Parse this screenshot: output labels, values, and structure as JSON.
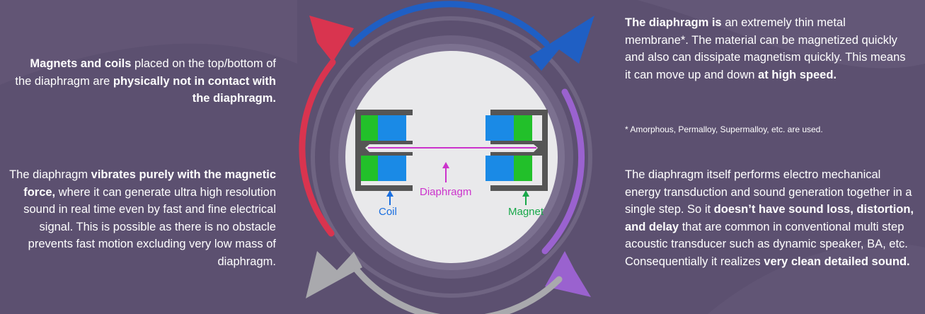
{
  "left": {
    "top_paragraph": [
      {
        "text": "Magnets and coils",
        "bold": true
      },
      {
        "text": " placed on the top/bottom of the diaphragm are ",
        "bold": false
      },
      {
        "text": "physically not in contact with the diaphragm.",
        "bold": true
      }
    ],
    "bottom_paragraph": [
      {
        "text": "The diaphragm ",
        "bold": false
      },
      {
        "text": "vibrates purely with the magnetic force,",
        "bold": true
      },
      {
        "text": " where it can generate ultra high resolution sound in real time even by fast and fine electrical signal. This is possible as there is no obstacle prevents fast motion excluding very low mass of diaphragm.",
        "bold": false
      }
    ]
  },
  "right": {
    "top_paragraph": [
      {
        "text": "The diaphragm is",
        "bold": true
      },
      {
        "text": " an extremely thin metal membrane*. The material can be magnetized quickly and also can dissipate magnetism quickly. This means it can move up and down ",
        "bold": false
      },
      {
        "text": "at high speed.",
        "bold": true
      }
    ],
    "footnote": "* Amorphous, Permalloy, Supermalloy, etc. are used.",
    "bottom_paragraph": [
      {
        "text": "The diaphragm itself performs electro mechanical energy transduction and sound generation together in a single step. So it ",
        "bold": false
      },
      {
        "text": "doesn’t have sound loss, distortion, and delay",
        "bold": true
      },
      {
        "text": " that are common in conventional multi step acoustic transducer such as dynamic speaker, BA, etc. Consequentially it realizes ",
        "bold": false
      },
      {
        "text": "very clean detailed sound.",
        "bold": true
      }
    ]
  },
  "diagram": {
    "labels": {
      "diaphragm": "Diaphragm",
      "coil": "Coil",
      "magnet": "Magnet"
    },
    "colors": {
      "background": "#5c5070",
      "ring": "#776c88",
      "circle": "#e8e8ea",
      "frame": "#555555",
      "magnet": "#22c02a",
      "coil": "#1a8ae6",
      "diaphragm": "#cc33cc",
      "arrow_red": "#d9344f",
      "arrow_blue": "#1f5fc4",
      "arrow_purple": "#9a62cf",
      "arrow_gray": "#a9a9ad"
    }
  }
}
